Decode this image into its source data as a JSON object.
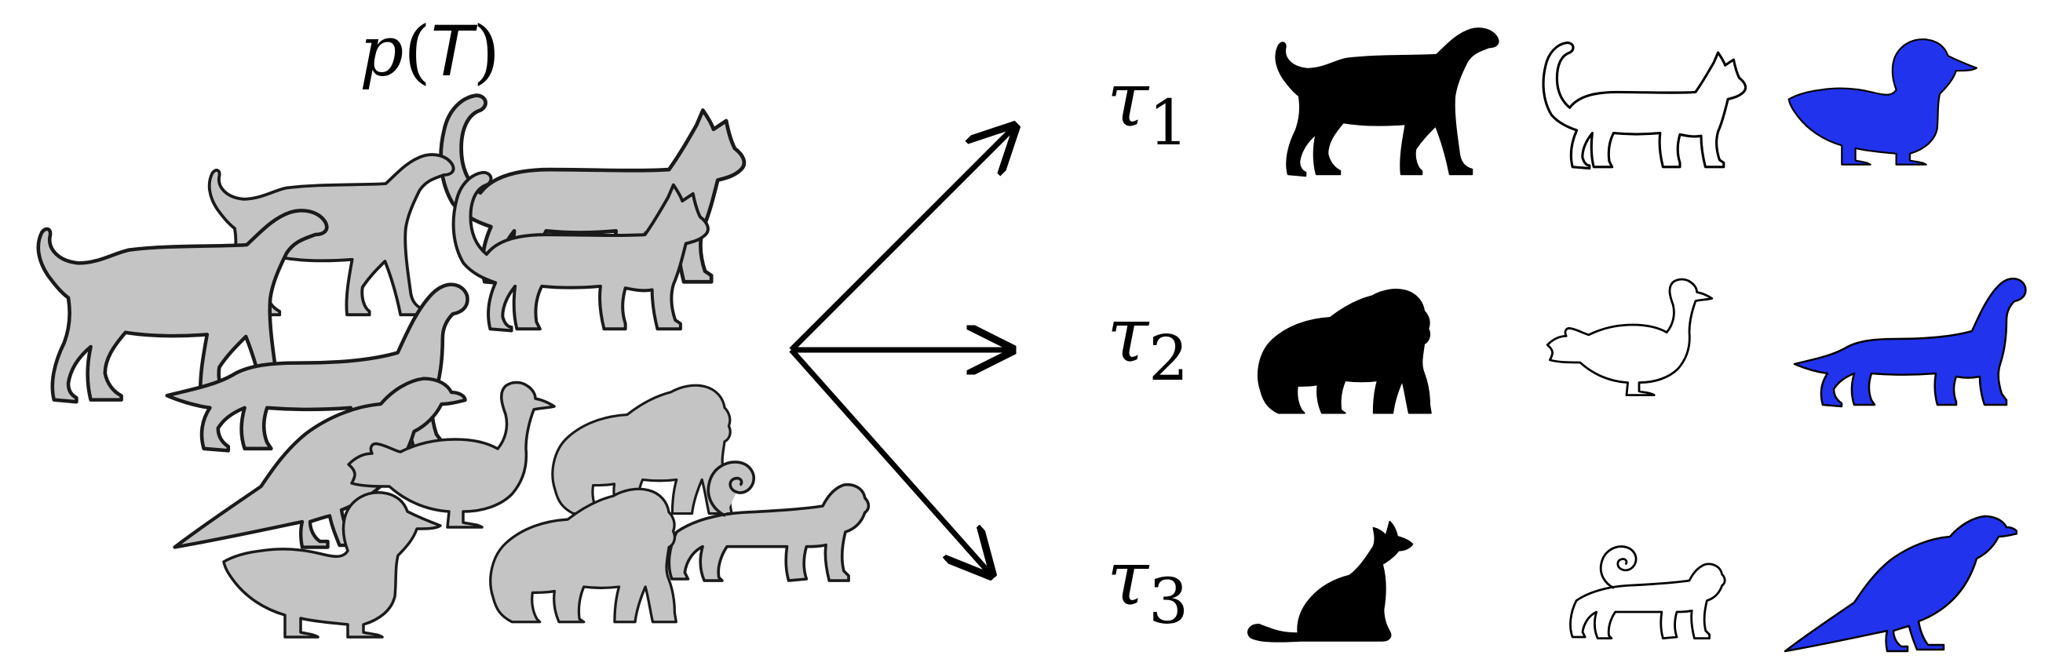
{
  "distribution_label": {
    "func": "p",
    "open": "(",
    "symbol": "T",
    "close": ")"
  },
  "tasks": [
    {
      "symbol": "τ",
      "subscript": "1",
      "animals": [
        "dog",
        "cat",
        "duck"
      ]
    },
    {
      "symbol": "τ",
      "subscript": "2",
      "animals": [
        "gorilla",
        "goose",
        "dachshund"
      ]
    },
    {
      "symbol": "τ",
      "subscript": "3",
      "animals": [
        "cat",
        "monkey",
        "bird"
      ]
    }
  ],
  "colors": {
    "pool_fill": "#c4c4c4",
    "pool_stroke": "#1a1a1a",
    "class_a": "#000000",
    "class_b": "#ffffff",
    "class_c": "#2233ee",
    "arrow": "#000000"
  }
}
